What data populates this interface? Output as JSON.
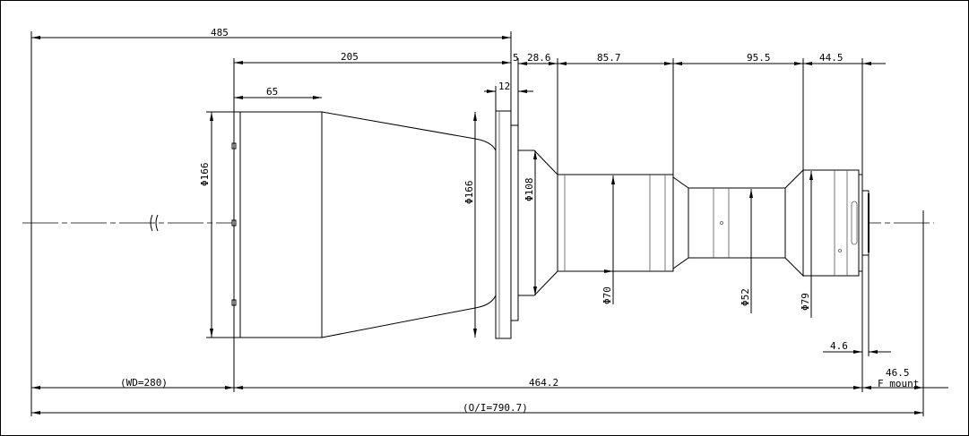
{
  "drawing": {
    "dimensions": {
      "overall_front_to_flange": "485",
      "barrel_to_flange": "205",
      "front_barrel_length": "65",
      "flange_gap": "5",
      "flange_thickness": "12",
      "seg_1": "28.6",
      "seg_2": "85.7",
      "seg_3": "95.5",
      "seg_4": "44.5",
      "mount_offset": "4.6",
      "flange_back": "46.5",
      "mount_type": "F mount",
      "working_distance": "(WD=280)",
      "lens_length": "464.2",
      "object_to_image": "(O/I=790.7)"
    },
    "diameters": {
      "front": "Φ166",
      "flange": "Φ166",
      "cone": "Φ108",
      "tube": "Φ70",
      "middle": "Φ52",
      "rear": "Φ79"
    }
  }
}
